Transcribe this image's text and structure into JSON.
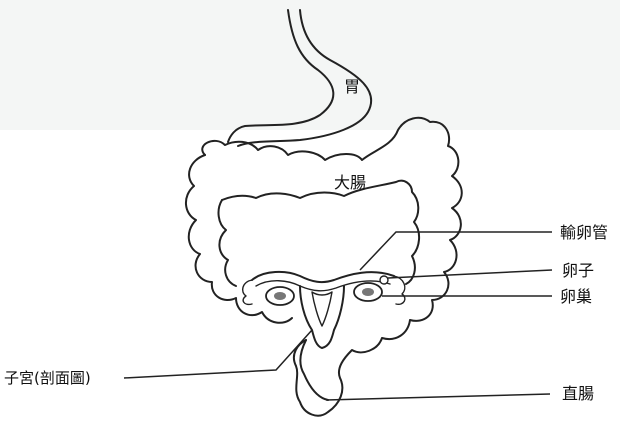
{
  "diagram": {
    "labels": {
      "stomach": "胃",
      "large_intestine": "大腸",
      "fallopian_tube": "輸卵管",
      "egg": "卵子",
      "ovary": "卵巢",
      "uterus": "子宮(剖面圖)",
      "rectum": "直腸"
    }
  }
}
